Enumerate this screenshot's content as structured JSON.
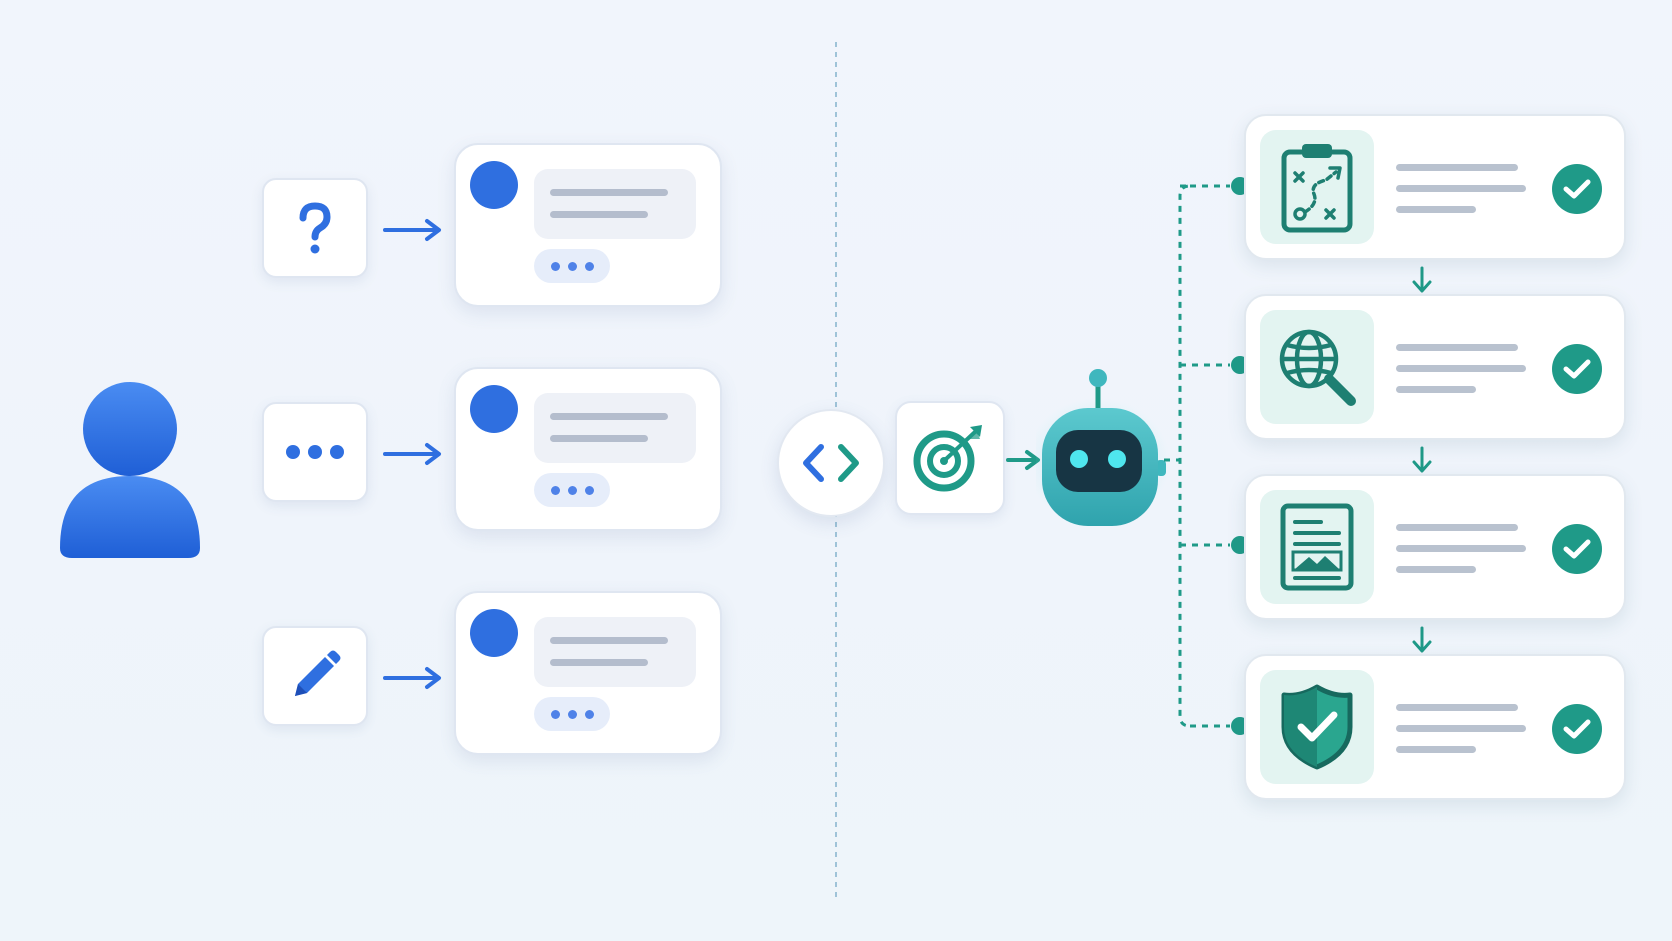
{
  "colors": {
    "user_blue": "#2f6fe0",
    "agent_teal": "#1f9a88",
    "robot_body": "#3fb7be",
    "card_border": "#dfe6f1",
    "divider": "#9fc3d8"
  },
  "user_side": {
    "avatar_icon": "person-icon",
    "actions": [
      {
        "icon": "question-mark-icon",
        "glyph": "?"
      },
      {
        "icon": "ellipsis-icon",
        "glyph": "•••"
      },
      {
        "icon": "pencil-icon",
        "glyph": ""
      }
    ]
  },
  "center": {
    "icon": "code-brackets-icon"
  },
  "agent_side": {
    "goal_icon": "target-icon",
    "agent_icon": "robot-icon",
    "steps": [
      {
        "icon": "strategy-clipboard-icon",
        "status": "complete"
      },
      {
        "icon": "web-search-icon",
        "status": "complete"
      },
      {
        "icon": "document-image-icon",
        "status": "complete"
      },
      {
        "icon": "shield-check-icon",
        "status": "complete"
      }
    ]
  }
}
